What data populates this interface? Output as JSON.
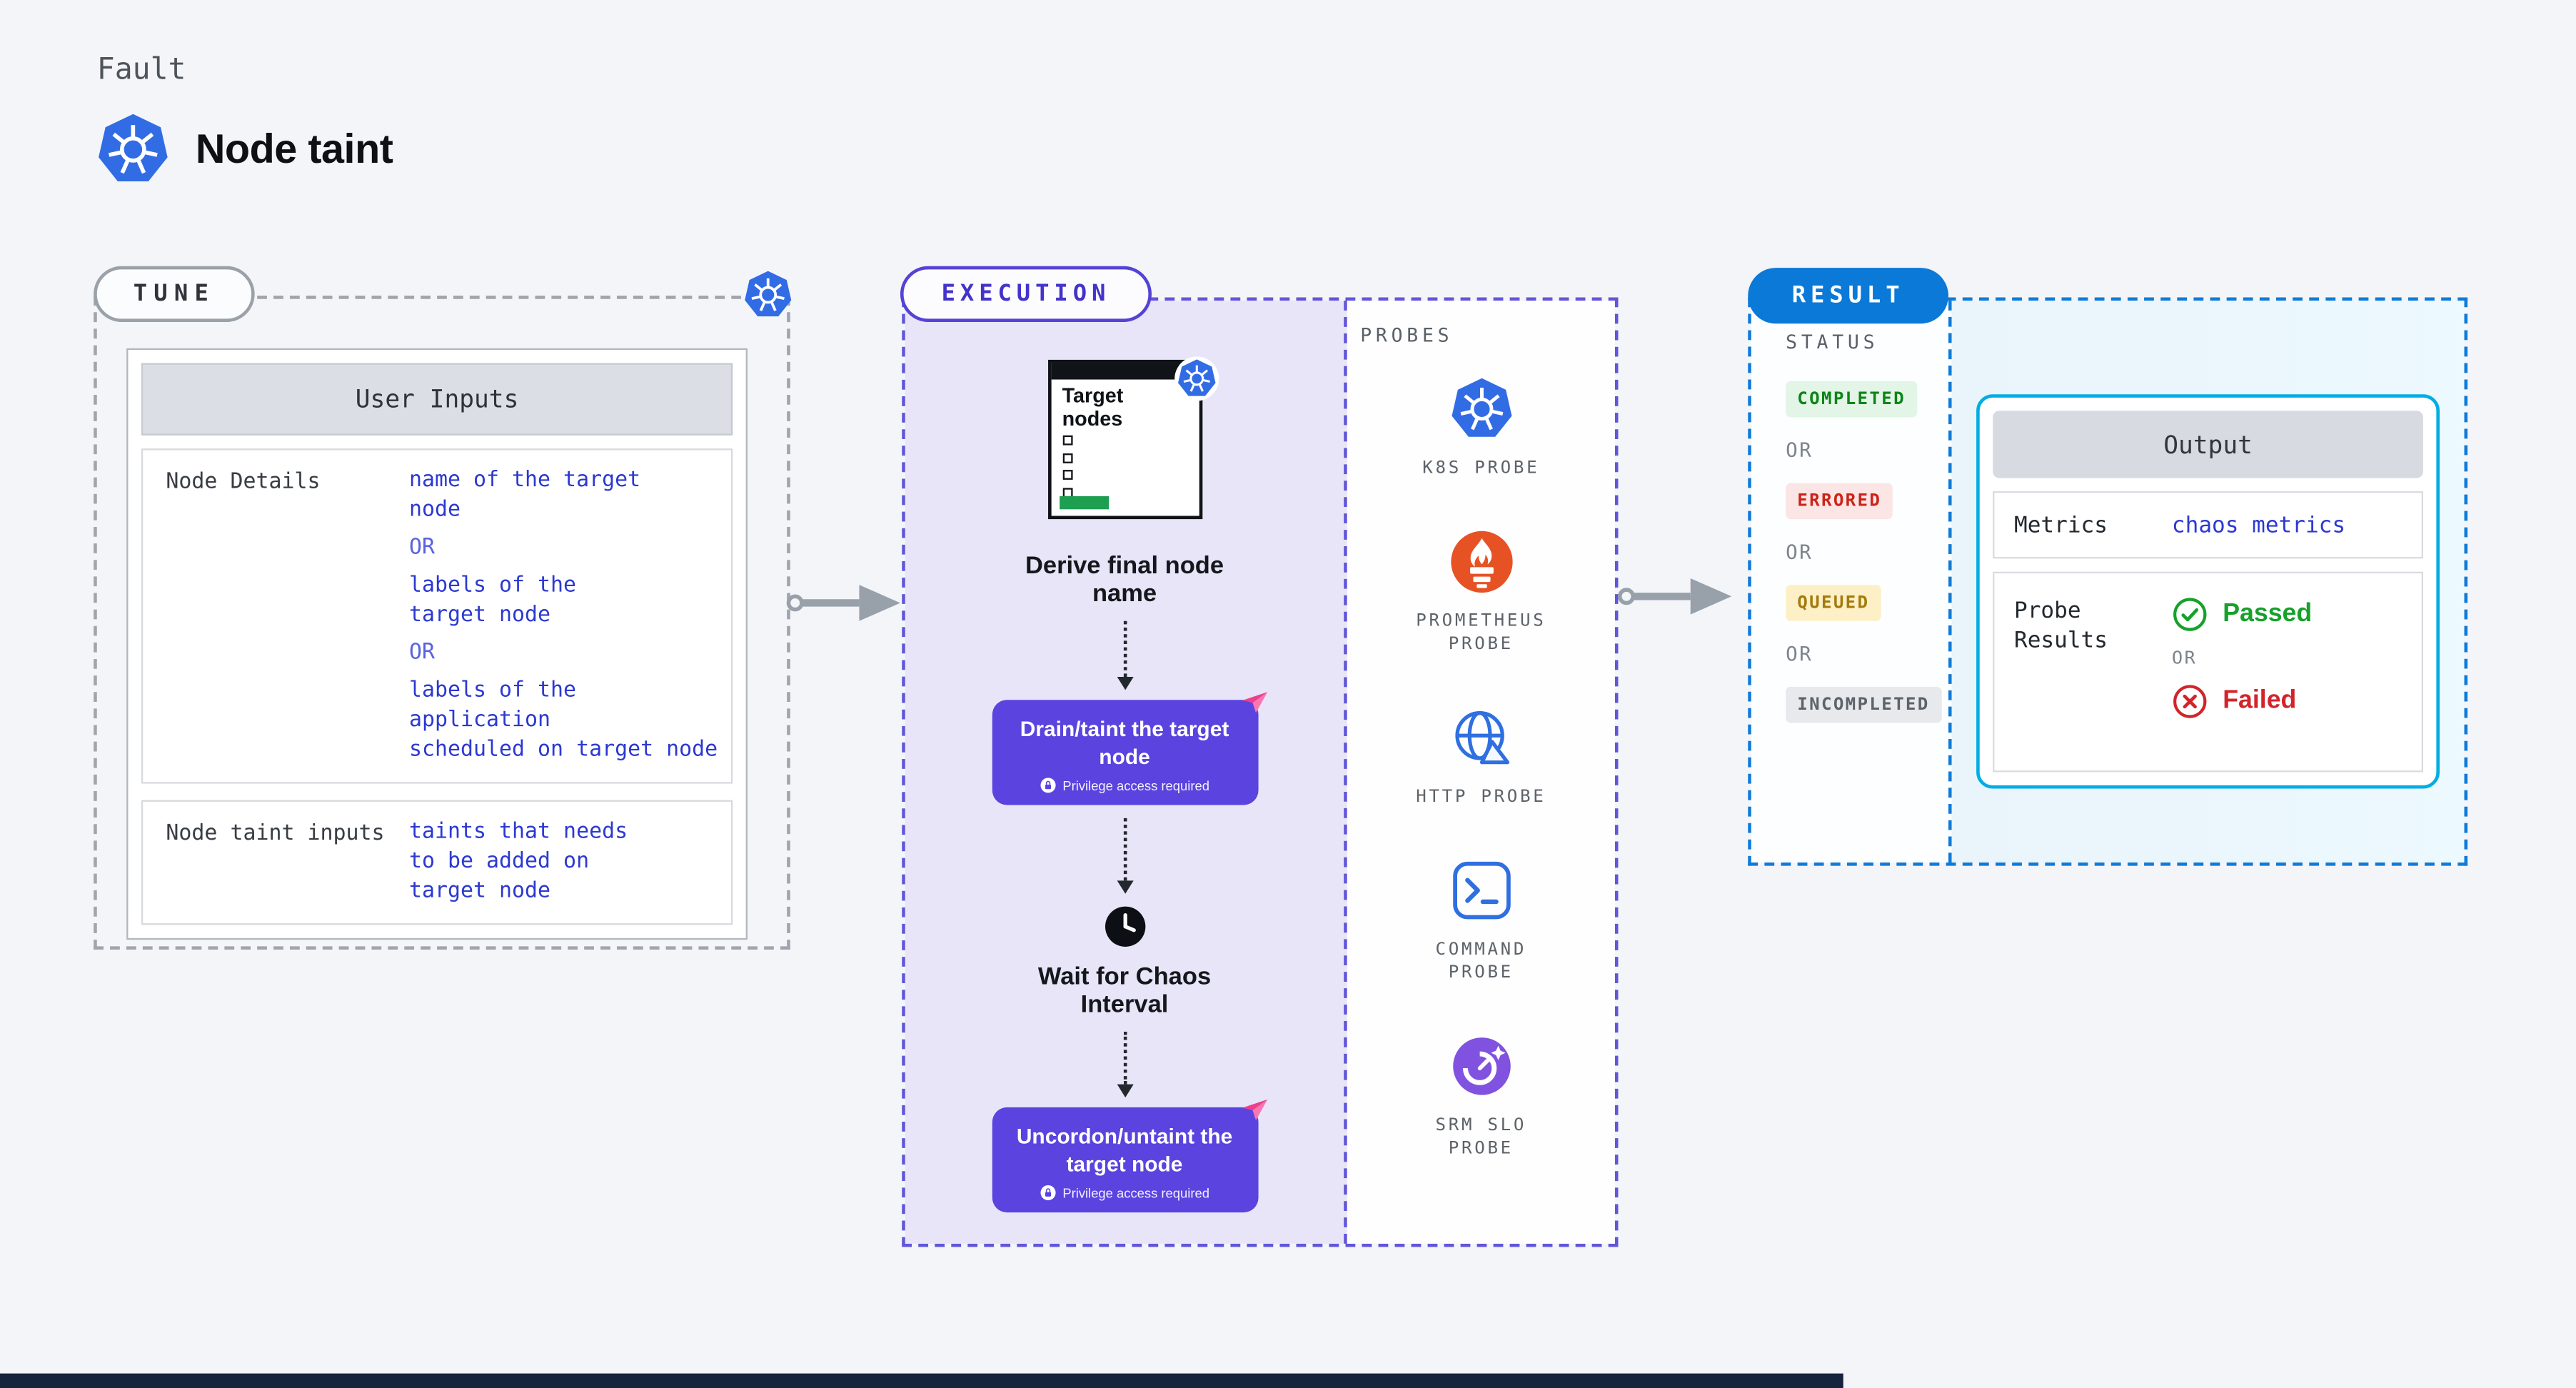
{
  "page": {
    "kicker": "Fault",
    "title": "Node taint"
  },
  "colors": {
    "k8s_blue": "#326ce5",
    "execution_purple": "#5b43df",
    "result_blue": "#0b79d7",
    "output_border_cyan": "#00ade4",
    "value_text_blue": "#2c39d1",
    "passed_green": "#16a12b",
    "failed_red": "#d1252b",
    "prometheus_orange": "#e75225",
    "srm_purple": "#8152e0",
    "flag_pink": "#ec3f8d"
  },
  "tune": {
    "pill_label": "TUNE",
    "user_inputs": {
      "header": "User Inputs",
      "node_details": {
        "label": "Node Details",
        "lines": [
          {
            "text": "name of the target",
            "or": false
          },
          {
            "text": "node",
            "or": false
          },
          {
            "text": "OR",
            "or": true
          },
          {
            "text": "labels of the",
            "or": false
          },
          {
            "text": "target node",
            "or": false
          },
          {
            "text": "OR",
            "or": true
          },
          {
            "text": "labels of the application",
            "or": false
          },
          {
            "text": "scheduled on target node",
            "or": false
          }
        ]
      },
      "node_taint": {
        "label": "Node taint inputs",
        "lines": [
          {
            "text": "taints that needs",
            "or": false
          },
          {
            "text": "to be added on",
            "or": false
          },
          {
            "text": "target node",
            "or": false
          }
        ]
      }
    }
  },
  "execution": {
    "pill_label": "EXECUTION",
    "checklist_title": "Target nodes",
    "derive_caption": "Derive final node name",
    "drain_button": "Drain/taint the target node",
    "privilege_note": "Privilege access required",
    "wait_caption": "Wait for Chaos Interval",
    "uncordon_button": "Uncordon/untaint the target node"
  },
  "probes": {
    "title": "PROBES",
    "items": [
      {
        "label": "K8S PROBE"
      },
      {
        "label": "PROMETHEUS PROBE"
      },
      {
        "label": "HTTP PROBE"
      },
      {
        "label": "COMMAND PROBE"
      },
      {
        "label": "SRM SLO PROBE"
      }
    ]
  },
  "result": {
    "pill_label": "RESULT",
    "status_title": "STATUS",
    "or": "OR",
    "badges": [
      {
        "label": "COMPLETED",
        "tone": "green"
      },
      {
        "label": "ERRORED",
        "tone": "red"
      },
      {
        "label": "QUEUED",
        "tone": "yellow"
      },
      {
        "label": "INCOMPLETED",
        "tone": "gray"
      }
    ],
    "output": {
      "header": "Output",
      "metrics_label": "Metrics",
      "metrics_value": "chaos metrics",
      "probe_results_label": "Probe Results",
      "passed_label": "Passed",
      "failed_label": "Failed",
      "or": "OR"
    }
  }
}
